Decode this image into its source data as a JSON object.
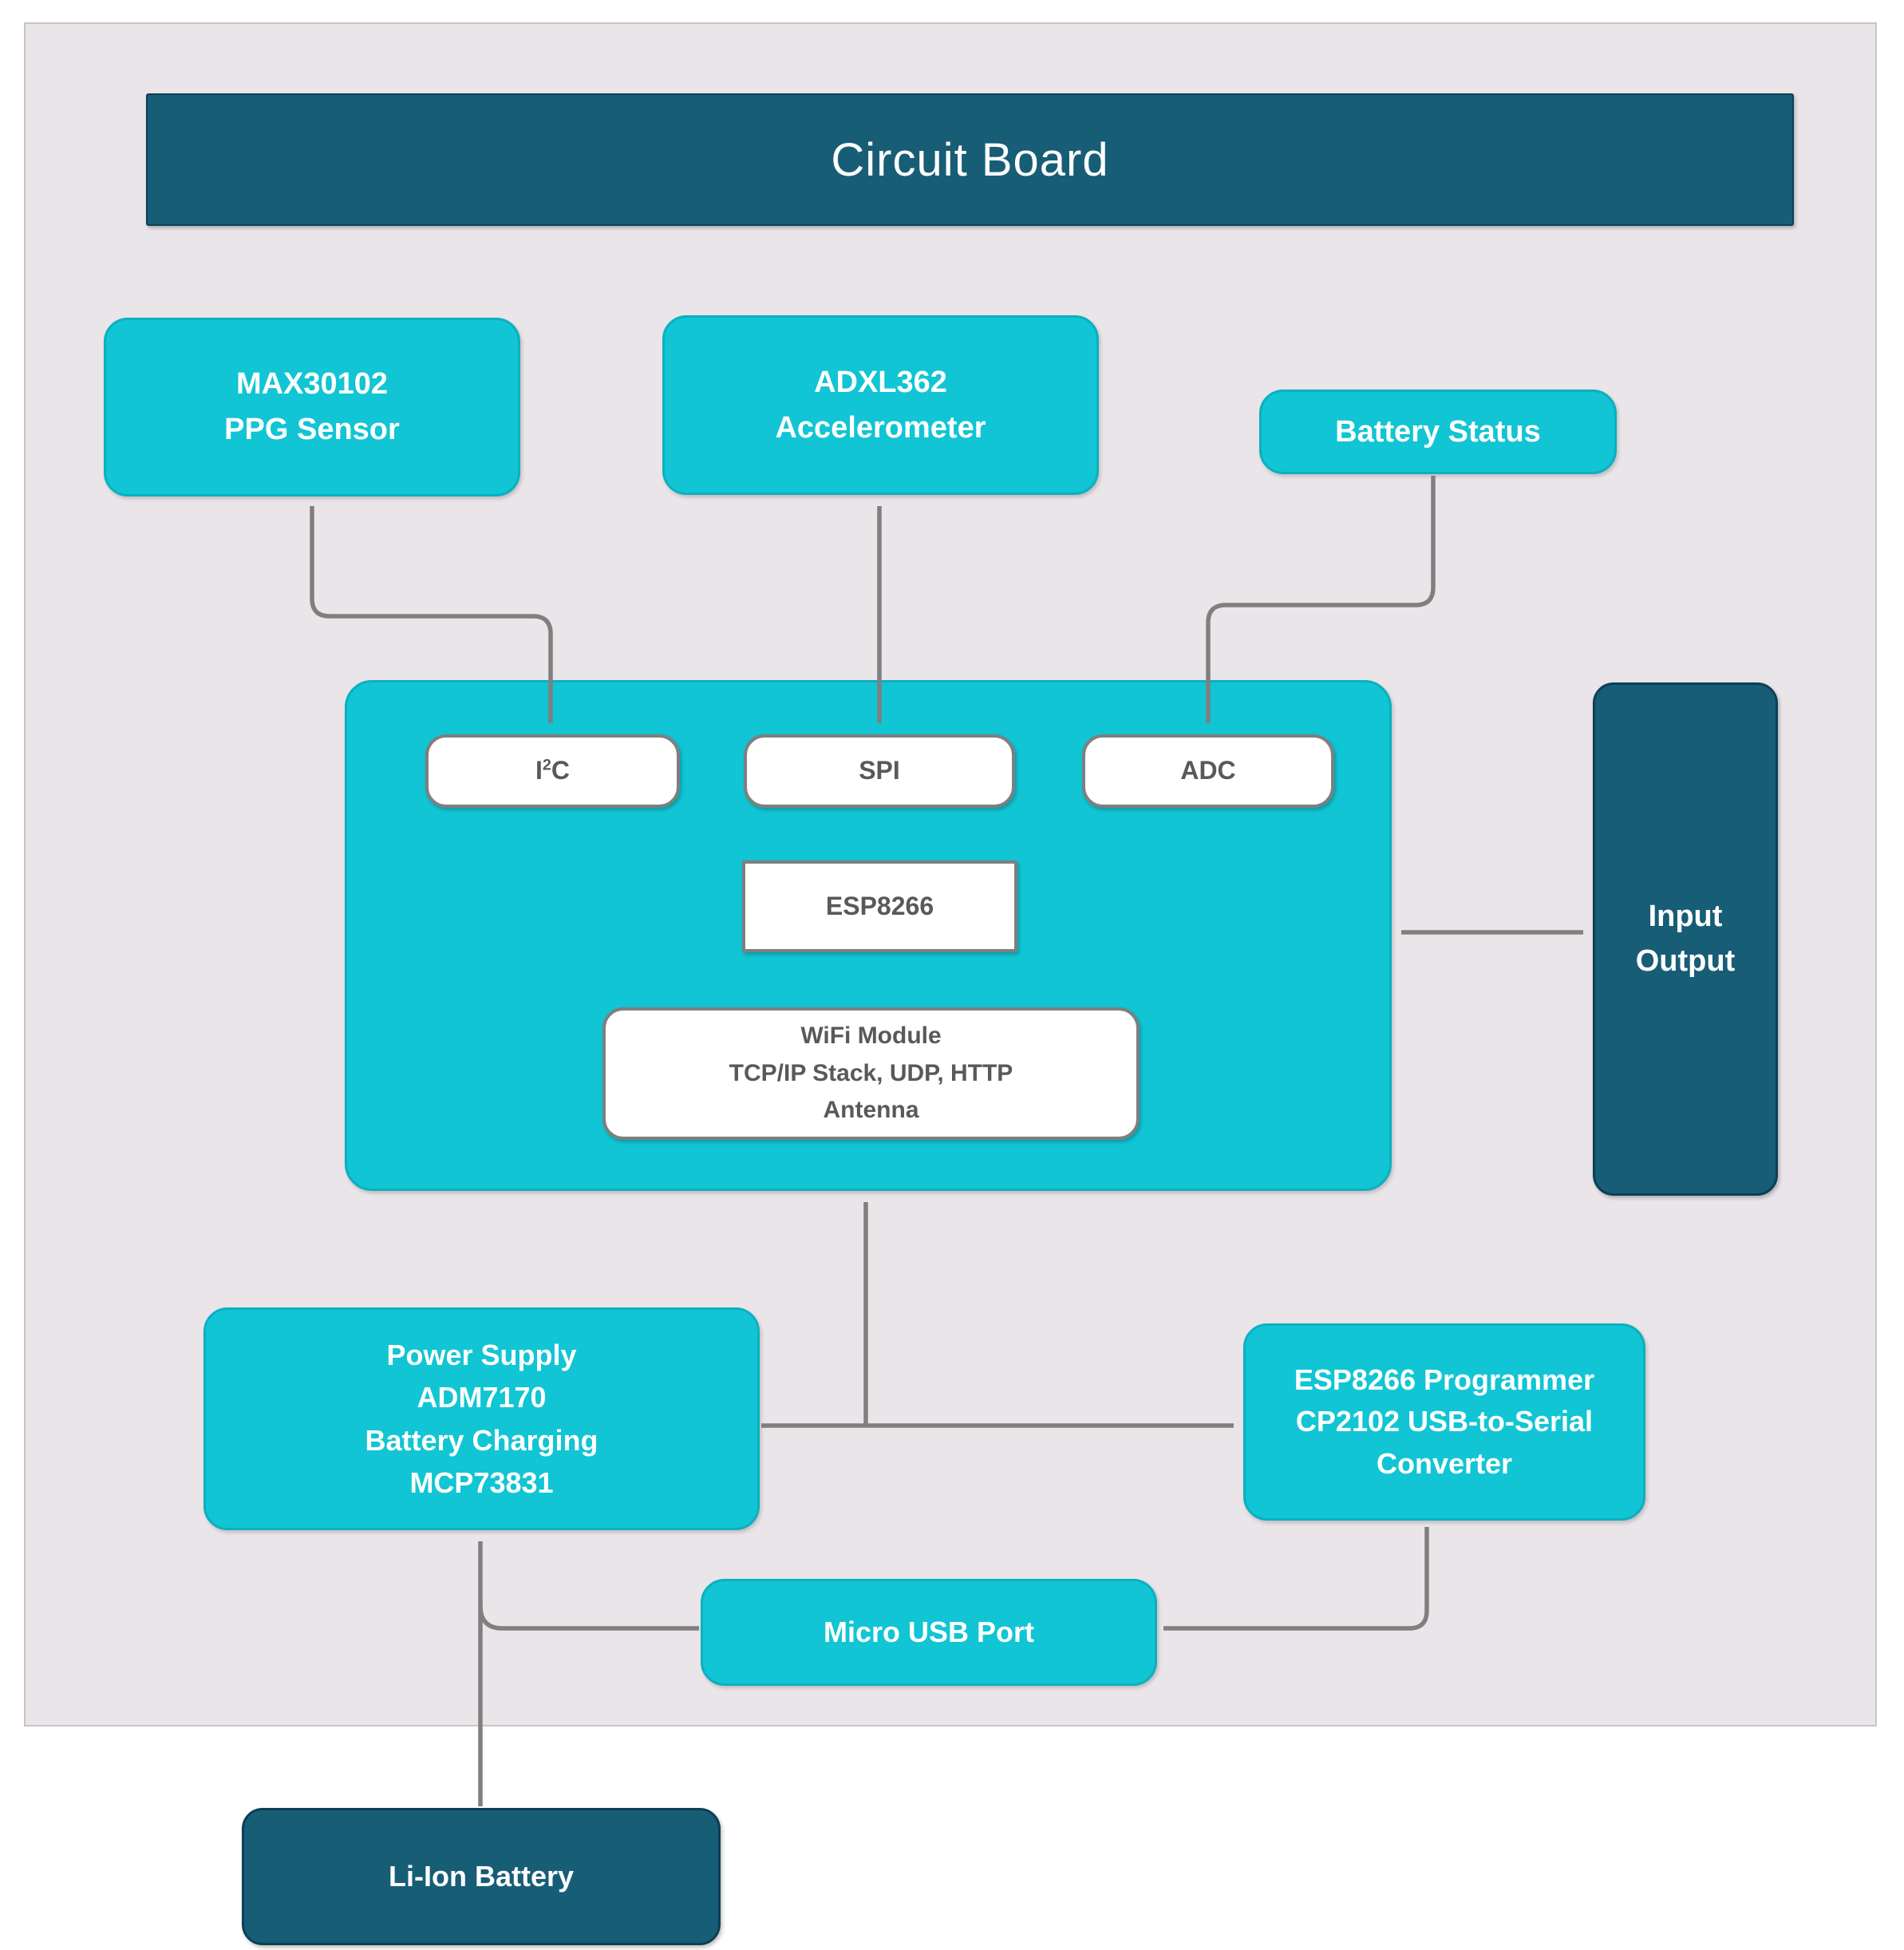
{
  "colors": {
    "cyan": "#11c5d4",
    "cyan_border": "#0cb0bf",
    "dark_teal": "#175d76",
    "dark_teal_border": "#0c3f55",
    "container_bg": "#eae5e9",
    "container_border": "#c9c4c8",
    "white_box_border": "#7f7f7f",
    "white_box_text": "#595959",
    "connector": "#7f7f7f",
    "text_on_color": "#ffffff"
  },
  "diagram": {
    "title": "Circuit Board",
    "nodes": {
      "max30102": {
        "lines": [
          "MAX30102",
          "PPG Sensor"
        ]
      },
      "adxl362": {
        "lines": [
          "ADXL362",
          "Accelerometer"
        ]
      },
      "battery_status": {
        "label": "Battery Status"
      },
      "i2c": {
        "pre": "I",
        "sup": "2",
        "post": "C"
      },
      "spi": {
        "label": "SPI"
      },
      "adc": {
        "label": "ADC"
      },
      "esp8266": {
        "label": "ESP8266"
      },
      "wifi_module": {
        "lines": [
          "WiFi Module",
          "TCP/IP Stack, UDP, HTTP",
          "Antenna"
        ]
      },
      "input_output": {
        "lines": [
          "Input",
          "Output"
        ]
      },
      "power_supply": {
        "lines": [
          "Power Supply",
          "ADM7170",
          "Battery Charging",
          "MCP73831"
        ]
      },
      "esp8266_programmer": {
        "lines": [
          "ESP8266 Programmer",
          "CP2102 USB-to-Serial",
          "Converter"
        ]
      },
      "micro_usb": {
        "label": "Micro USB Port"
      },
      "liion_battery": {
        "label": "Li-Ion Battery"
      }
    },
    "connectors": [
      {
        "from": "max30102",
        "to": "i2c",
        "arrows": "both"
      },
      {
        "from": "adxl362",
        "to": "spi",
        "arrows": "both"
      },
      {
        "from": "battery_status",
        "to": "adc",
        "arrows": "end"
      },
      {
        "from": "esp8266_module",
        "to": "input_output",
        "arrows": "both"
      },
      {
        "from": "power_supply",
        "to": "esp8266_programmer",
        "arrows": "end"
      },
      {
        "from": "power_supply_line",
        "to": "esp8266_module",
        "arrows": "end"
      },
      {
        "from": "liion_battery",
        "to": "power_supply",
        "arrows": "end"
      },
      {
        "from": "micro_usb",
        "to": "power_supply_line",
        "arrows": "none"
      },
      {
        "from": "esp8266_programmer",
        "to": "micro_usb",
        "arrows": "both"
      }
    ]
  }
}
